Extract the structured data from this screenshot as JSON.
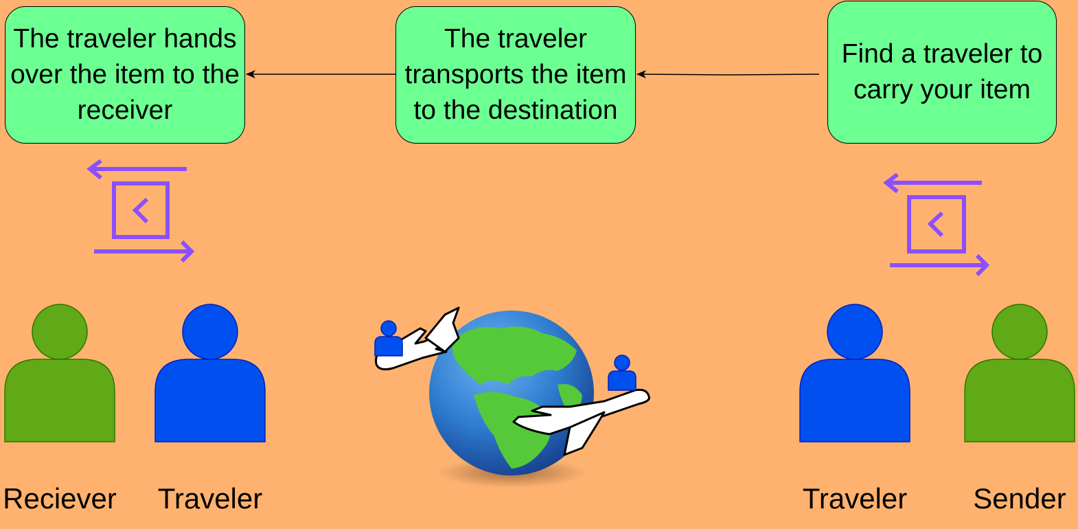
{
  "steps": [
    {
      "id": "find",
      "text": "Find a traveler to carry your item"
    },
    {
      "id": "transport",
      "text": "The traveler transports the item to the destination"
    },
    {
      "id": "handover",
      "text": "The traveler hands over the item to the receiver"
    }
  ],
  "people": {
    "receiver": "Reciever",
    "traveler_left": "Traveler",
    "traveler_right": "Traveler",
    "sender": "Sender"
  },
  "icons": {
    "exchange": "exchange-icon",
    "person": "person-icon",
    "globe": "globe-icon",
    "airplane": "airplane-icon"
  },
  "colors": {
    "background": "#FFB26F",
    "step_box": "#6CFF92",
    "exchange_icon": "#8C4FFF",
    "receiver_sender": "#60A917",
    "traveler": "#0050EF"
  }
}
